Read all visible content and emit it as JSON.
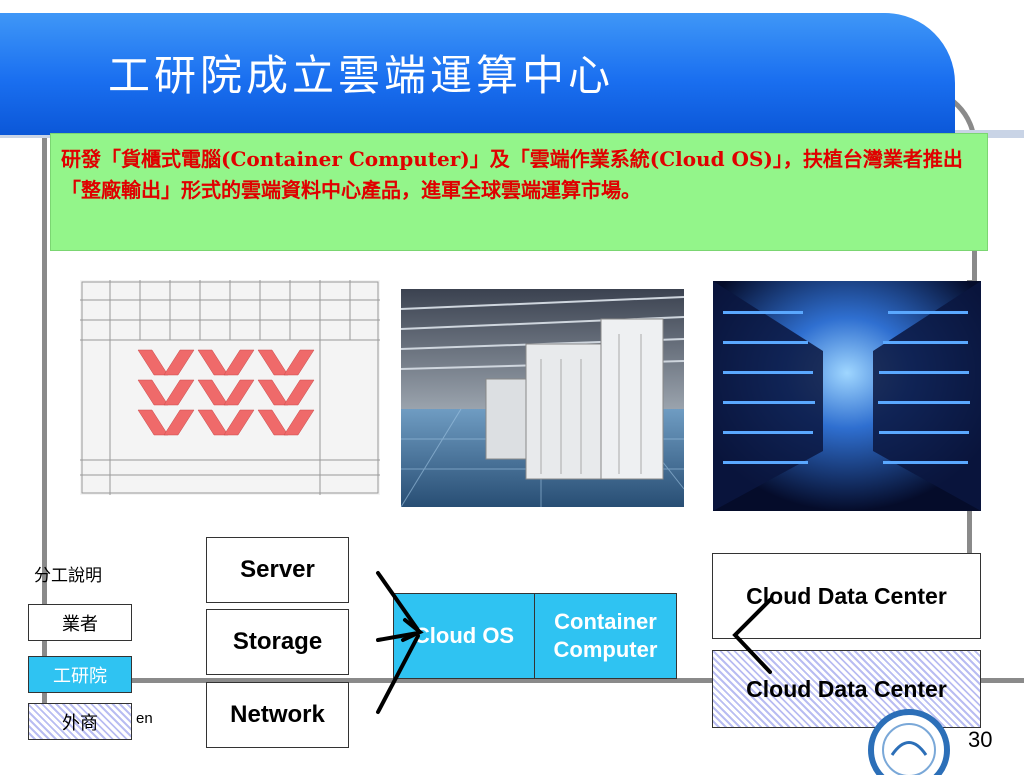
{
  "slide": {
    "title": "工研院成立雲端運算中心",
    "description": "研發「貨櫃式電腦(Container Computer)」及「雲端作業系統(Cloud OS)」，扶植台灣業者推出「整廠輸出」形式的雲端資料中心產品，進軍全球雲端運算市場。",
    "page_number": "30",
    "stray_text": "en"
  },
  "legend": {
    "title": "分工說明",
    "items": [
      {
        "label": "業者",
        "style": "white"
      },
      {
        "label": "工研院",
        "style": "cyan"
      },
      {
        "label": "外商",
        "style": "hatched"
      }
    ]
  },
  "diagram": {
    "hardware": [
      "Server",
      "Storage",
      "Network"
    ],
    "cloud_os": "Cloud OS",
    "container_computer": "Container Computer",
    "data_centers": [
      "Cloud Data Center",
      "Cloud Data Center"
    ]
  },
  "colors": {
    "banner_blue": "#1a6ff0",
    "green_box": "#93f58a",
    "red_text": "#e00000",
    "cyan_box": "#2fc3f2",
    "frame_gray": "#8a8a8a"
  },
  "images": [
    {
      "name": "floor-plan-image",
      "subject": "data center floor plan blueprint"
    },
    {
      "name": "container-computer-photo",
      "subject": "container computers in warehouse"
    },
    {
      "name": "server-aisle-photo",
      "subject": "blue lit server room aisle"
    }
  ]
}
